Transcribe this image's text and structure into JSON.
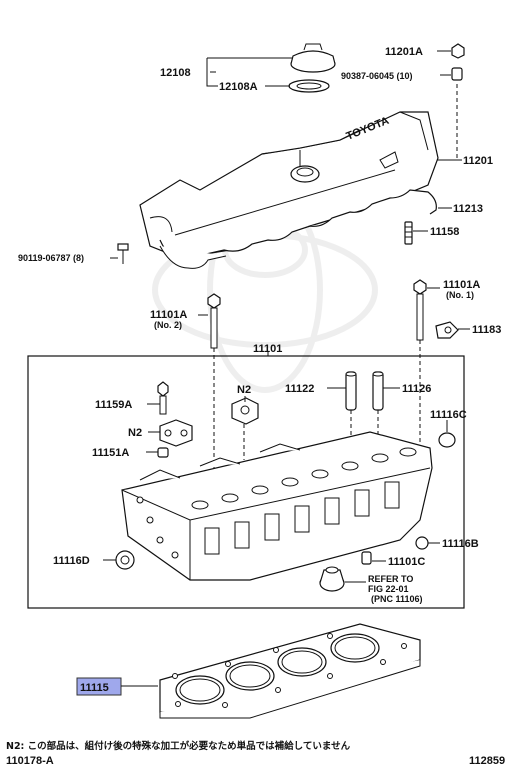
{
  "parts": {
    "p12108": "12108",
    "p12108A": "12108A",
    "p11201A": "11201A",
    "p90387": "90387-06045 (10)",
    "p11201": "11201",
    "p11213": "11213",
    "p90119": "90119-06787 (8)",
    "p11158": "11158",
    "p11101A_no1_a": "11101A",
    "p11101A_no1_b": "(No. 1)",
    "p11101A_no2_a": "11101A",
    "p11101A_no2_b": "(No. 2)",
    "p11183": "11183",
    "p11101": "11101",
    "pN2_top": "N2",
    "p11122": "11122",
    "p11126": "11126",
    "p11159A": "11159A",
    "pN2_left": "N2",
    "p11116C": "11116C",
    "p11151A": "11151A",
    "p11116D": "11116D",
    "p11116B": "11116B",
    "p11101C": "11101C",
    "ref1": "REFER TO",
    "ref2": "FIG 22-01",
    "ref3": "(PNC 11106)",
    "p11115": "11115"
  },
  "cover_text": "TOYOTA",
  "footnote": "N2: この部品は、組付け後の特殊な加工が必要なため単品では補給していません",
  "left_code": "110178-A",
  "right_code": "112859",
  "colors": {
    "highlight": "#9fa8ec",
    "ink": "#111111"
  }
}
